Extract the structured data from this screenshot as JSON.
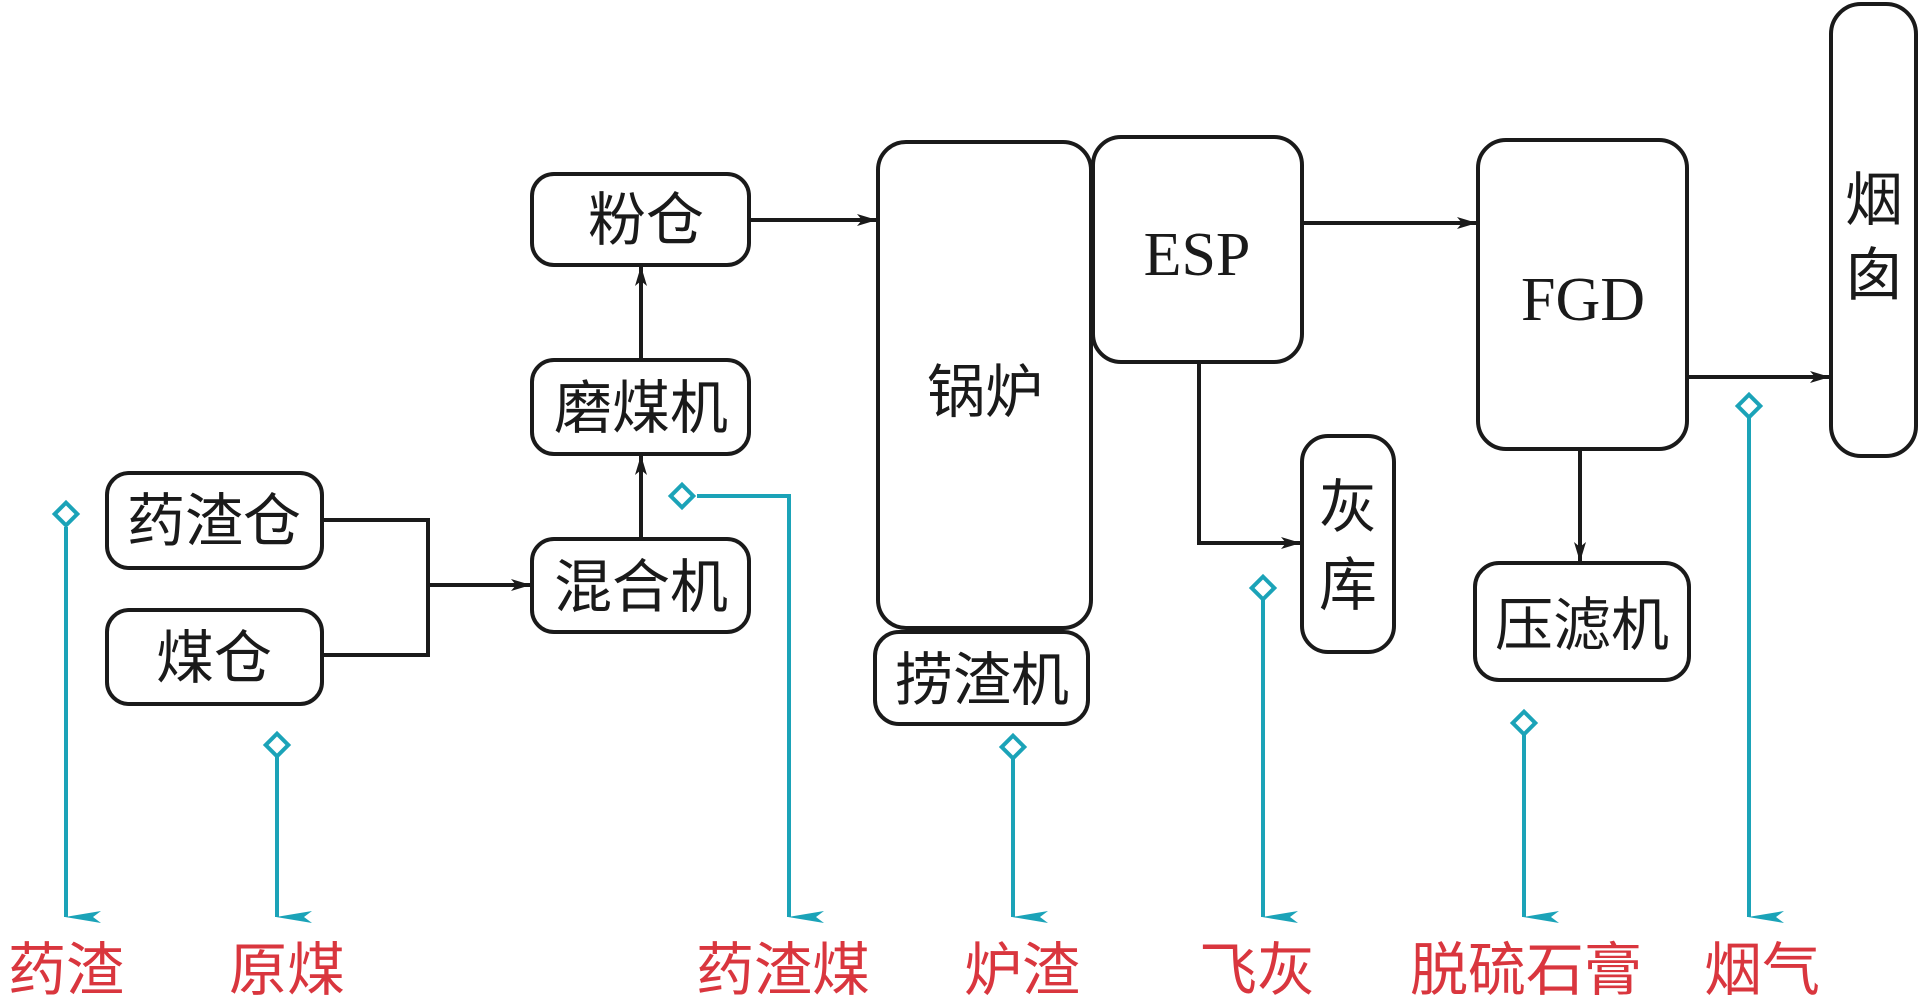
{
  "diagram": {
    "nodes": {
      "powder_bin": "粉仓",
      "coal_mill": "磨煤机",
      "mixer": "混合机",
      "residue_bin": "药渣仓",
      "coal_bin": "煤仓",
      "boiler": "锅炉",
      "slag_remover": "捞渣机",
      "esp": "ESP",
      "ash_silo_1": "灰",
      "ash_silo_2": "库",
      "fgd": "FGD",
      "filter_press": "压滤机",
      "chimney_1": "烟",
      "chimney_2": "囱"
    },
    "sampling_points": [
      "药渣",
      "原煤",
      "药渣煤",
      "炉渣",
      "飞灰",
      "脱硫石膏",
      "烟气"
    ],
    "colors": {
      "flow": "#1a1a1a",
      "sampling": "#1ba3b8",
      "sample_label": "#d9363e"
    }
  }
}
